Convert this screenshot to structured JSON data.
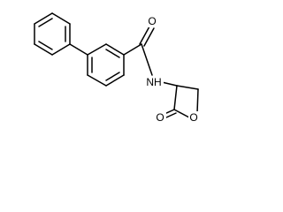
{
  "molecule": {
    "type": "chemical-structure",
    "atoms": {
      "carbonyl_oxygen": "O",
      "amide_nitrogen": "NH",
      "lactone_carbonyl_oxygen": "O",
      "ring_oxygen": "O"
    },
    "colors": {
      "bond": "#000000",
      "text": "#000000",
      "background": "#ffffff"
    }
  }
}
